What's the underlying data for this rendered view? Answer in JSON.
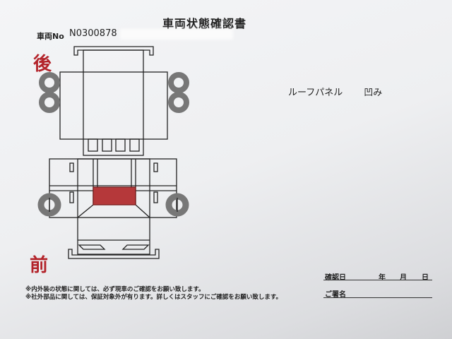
{
  "title": "車両状態確認書",
  "vehicle": {
    "label": "車両No",
    "number": "N0300878"
  },
  "diagram": {
    "rear_label": "後",
    "front_label": "前",
    "damage_color": "#b5383a"
  },
  "damage": {
    "part": "ルーフパネル",
    "condition": "凹み"
  },
  "notes": [
    "※内外装の状態に関しては、必ず現車のご確認をお願い致します。",
    "※社外部品に関しては、保証対象外が有ります。詳しくはスタッフにご確認をお願い致します。"
  ],
  "signature": {
    "date_label": "確認日",
    "year": "年",
    "month": "月",
    "day": "日",
    "name_label": "ご署名"
  }
}
